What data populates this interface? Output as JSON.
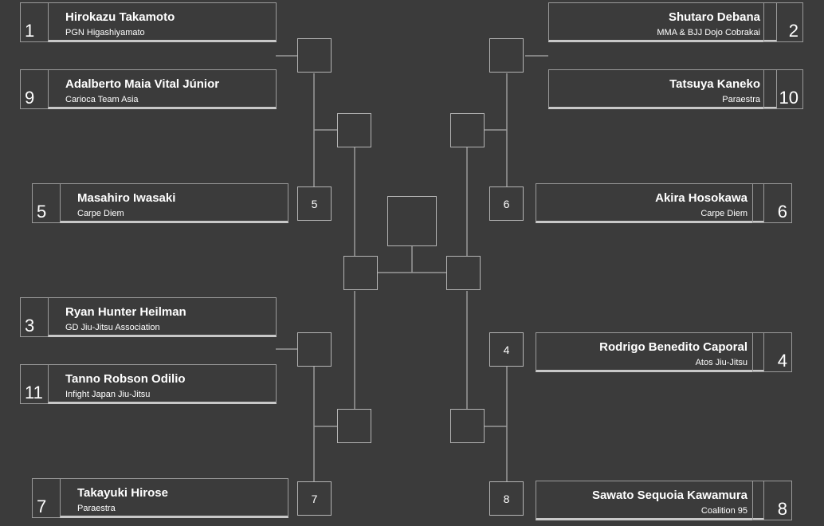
{
  "left": [
    {
      "seed": "1",
      "name": "Hirokazu Takamoto",
      "team": "PGN Higashiyamato"
    },
    {
      "seed": "9",
      "name": "Adalberto Maia Vital Júnior",
      "team": "Carioca Team Asia"
    },
    {
      "seed": "5",
      "name": "Masahiro Iwasaki",
      "team": "Carpe Diem"
    },
    {
      "seed": "3",
      "name": "Ryan Hunter Heilman",
      "team": "GD Jiu-Jitsu Association"
    },
    {
      "seed": "11",
      "name": "Tanno Robson Odilio",
      "team": "Infight Japan Jiu-Jitsu"
    },
    {
      "seed": "7",
      "name": "Takayuki Hirose",
      "team": "Paraestra"
    }
  ],
  "right": [
    {
      "seed": "2",
      "name": "Shutaro Debana",
      "team": "MMA & BJJ Dojo Cobrakai"
    },
    {
      "seed": "10",
      "name": "Tatsuya Kaneko",
      "team": "Paraestra"
    },
    {
      "seed": "6",
      "name": "Akira Hosokawa",
      "team": "Carpe Diem"
    },
    {
      "seed": "4",
      "name": "Rodrigo Benedito Caporal",
      "team": "Atos Jiu-Jitsu"
    },
    {
      "seed": "8",
      "name": "Sawato Sequoia Kawamura",
      "team": "Coalition 95"
    }
  ],
  "slots": {
    "left_bye_5": "5",
    "left_bye_7": "7",
    "right_bye_6": "6",
    "right_bye_4": "4",
    "right_bye_8": "8"
  }
}
